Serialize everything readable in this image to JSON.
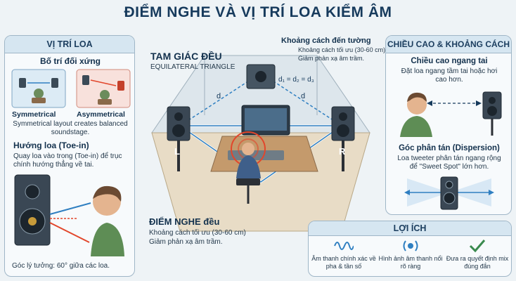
{
  "title": "ĐIỂM NGHE VÀ VỊ TRÍ LOA KIỂM ÂM",
  "left_panel": {
    "header": "VỊ TRÍ LOA",
    "symmetry_heading": "Bố trí đối xứng",
    "symmetrical_label": "Symmetrical",
    "asymmetrical_label": "Asymmetrical",
    "symmetry_desc": "Symmetrical layout creates balanced soundstage.",
    "toein_heading": "Hướng loa (Toe-in)",
    "toein_desc": "Quay loa vào trong (Toe-in) để trục chính hướng thẳng về tai.",
    "angle_note": "Góc lý tưởng: 60° giữa các loa."
  },
  "center": {
    "triangle_title": "TAM GIÁC ĐỀU",
    "triangle_subtitle": "EQUILATERAL TRIANGLE",
    "wall_title": "Khoảng cách đến tường",
    "wall_line1": "Khoảng cách tối ưu (30-60 cm)",
    "wall_line2": "Giảm phản xạ âm trầm.",
    "distance_label": "d",
    "equation": "d₁ = d₂ = d₃",
    "left_speaker": "L",
    "right_speaker": "R",
    "listening_title": "ĐIỂM NGHE đều",
    "listening_line1": "Khoảng cách tối ưu (30-60 cm)",
    "listening_line2": "Giảm phản xạ âm trầm."
  },
  "right_panel": {
    "header": "CHIỀU CAO & KHOẢNG CÁCH",
    "height_heading": "Chiều cao ngang tai",
    "height_desc": "Đặt loa ngang tầm tai hoặc hơi cao hơn.",
    "dispersion_heading": "Góc phân tán (Dispersion)",
    "dispersion_desc": "Loa tweeter phân tán ngang rộng để \"Sweet Spot\" lớn hơn."
  },
  "benefits": {
    "header": "LỢI ÍCH",
    "items": [
      {
        "icon": "sine-wave-icon",
        "label": "Âm thanh chính xác về pha & tần số"
      },
      {
        "icon": "stereo-image-icon",
        "label": "Hình ảnh âm thanh nổi rõ ràng"
      },
      {
        "icon": "checkmark-icon",
        "label": "Đưa ra quyết định mix đúng đắn"
      }
    ]
  },
  "colors": {
    "accent_blue": "#2f7fc1",
    "accent_red": "#e2462b",
    "panel_header": "#d6e6f1",
    "room_floor": "#e8dcc6",
    "room_wall": "#dde6ec"
  }
}
